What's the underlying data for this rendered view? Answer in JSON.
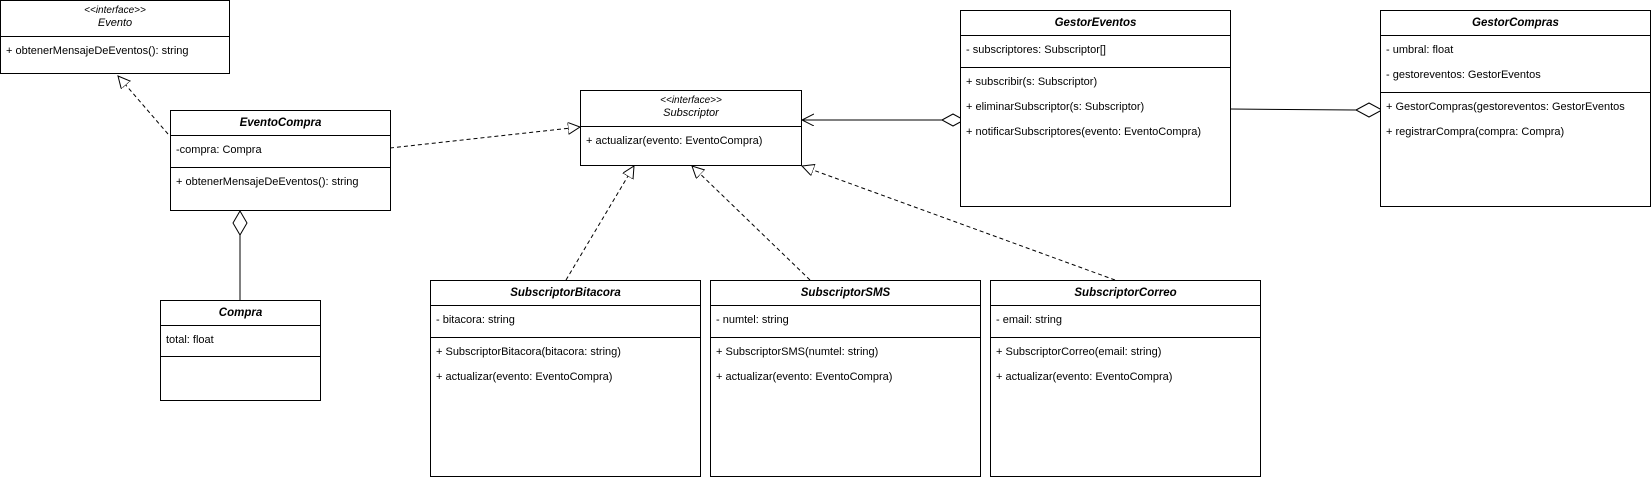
{
  "diagram": {
    "classes": {
      "evento": {
        "stereotype": "<<interface>>",
        "name": "Evento",
        "methods": [
          "+ obtenerMensajeDeEventos(): string"
        ]
      },
      "evento_compra": {
        "name": "EventoCompra",
        "attributes": [
          "-compra: Compra"
        ],
        "methods": [
          "+ obtenerMensajeDeEventos(): string"
        ]
      },
      "compra": {
        "name": "Compra",
        "attributes": [
          "total: float"
        ],
        "methods": []
      },
      "subscriptor": {
        "stereotype": "<<interface>>",
        "name": "Subscriptor",
        "methods": [
          "+ actualizar(evento: EventoCompra)"
        ]
      },
      "gestor_eventos": {
        "name": "GestorEventos",
        "attributes": [
          "- subscriptores: Subscriptor[]"
        ],
        "methods": [
          "+ subscribir(s: Subscriptor)",
          "+ eliminarSubscriptor(s: Subscriptor)",
          "+ notificarSubscriptores(evento: EventoCompra)"
        ]
      },
      "gestor_compras": {
        "name": "GestorCompras",
        "attributes": [
          "- umbral: float",
          "- gestoreventos: GestorEventos"
        ],
        "methods": [
          "+ GestorCompras(gestoreventos: GestorEventos",
          "+ registrarCompra(compra: Compra)"
        ]
      },
      "subscriptor_bitacora": {
        "name": "SubscriptorBitacora",
        "attributes": [
          "- bitacora: string"
        ],
        "methods": [
          "+ SubscriptorBitacora(bitacora: string)",
          "+ actualizar(evento: EventoCompra)"
        ]
      },
      "subscriptor_sms": {
        "name": "SubscriptorSMS",
        "attributes": [
          "- numtel: string"
        ],
        "methods": [
          "+ SubscriptorSMS(numtel: string)",
          "+ actualizar(evento: EventoCompra)"
        ]
      },
      "subscriptor_correo": {
        "name": "SubscriptorCorreo",
        "attributes": [
          "- email: string"
        ],
        "methods": [
          "+ SubscriptorCorreo(email: string)",
          "+ actualizar(evento: EventoCompra)"
        ]
      }
    },
    "relations": [
      {
        "from": "EventoCompra",
        "to": "Evento",
        "kind": "realization"
      },
      {
        "from": "EventoCompra",
        "to": "Subscriptor",
        "kind": "realization"
      },
      {
        "from": "EventoCompra",
        "to": "Compra",
        "kind": "aggregation"
      },
      {
        "from": "GestorEventos",
        "to": "Subscriptor",
        "kind": "aggregation"
      },
      {
        "from": "GestorCompras",
        "to": "GestorEventos",
        "kind": "aggregation"
      },
      {
        "from": "SubscriptorBitacora",
        "to": "Subscriptor",
        "kind": "realization"
      },
      {
        "from": "SubscriptorSMS",
        "to": "Subscriptor",
        "kind": "realization"
      },
      {
        "from": "SubscriptorCorreo",
        "to": "Subscriptor",
        "kind": "realization"
      }
    ]
  }
}
